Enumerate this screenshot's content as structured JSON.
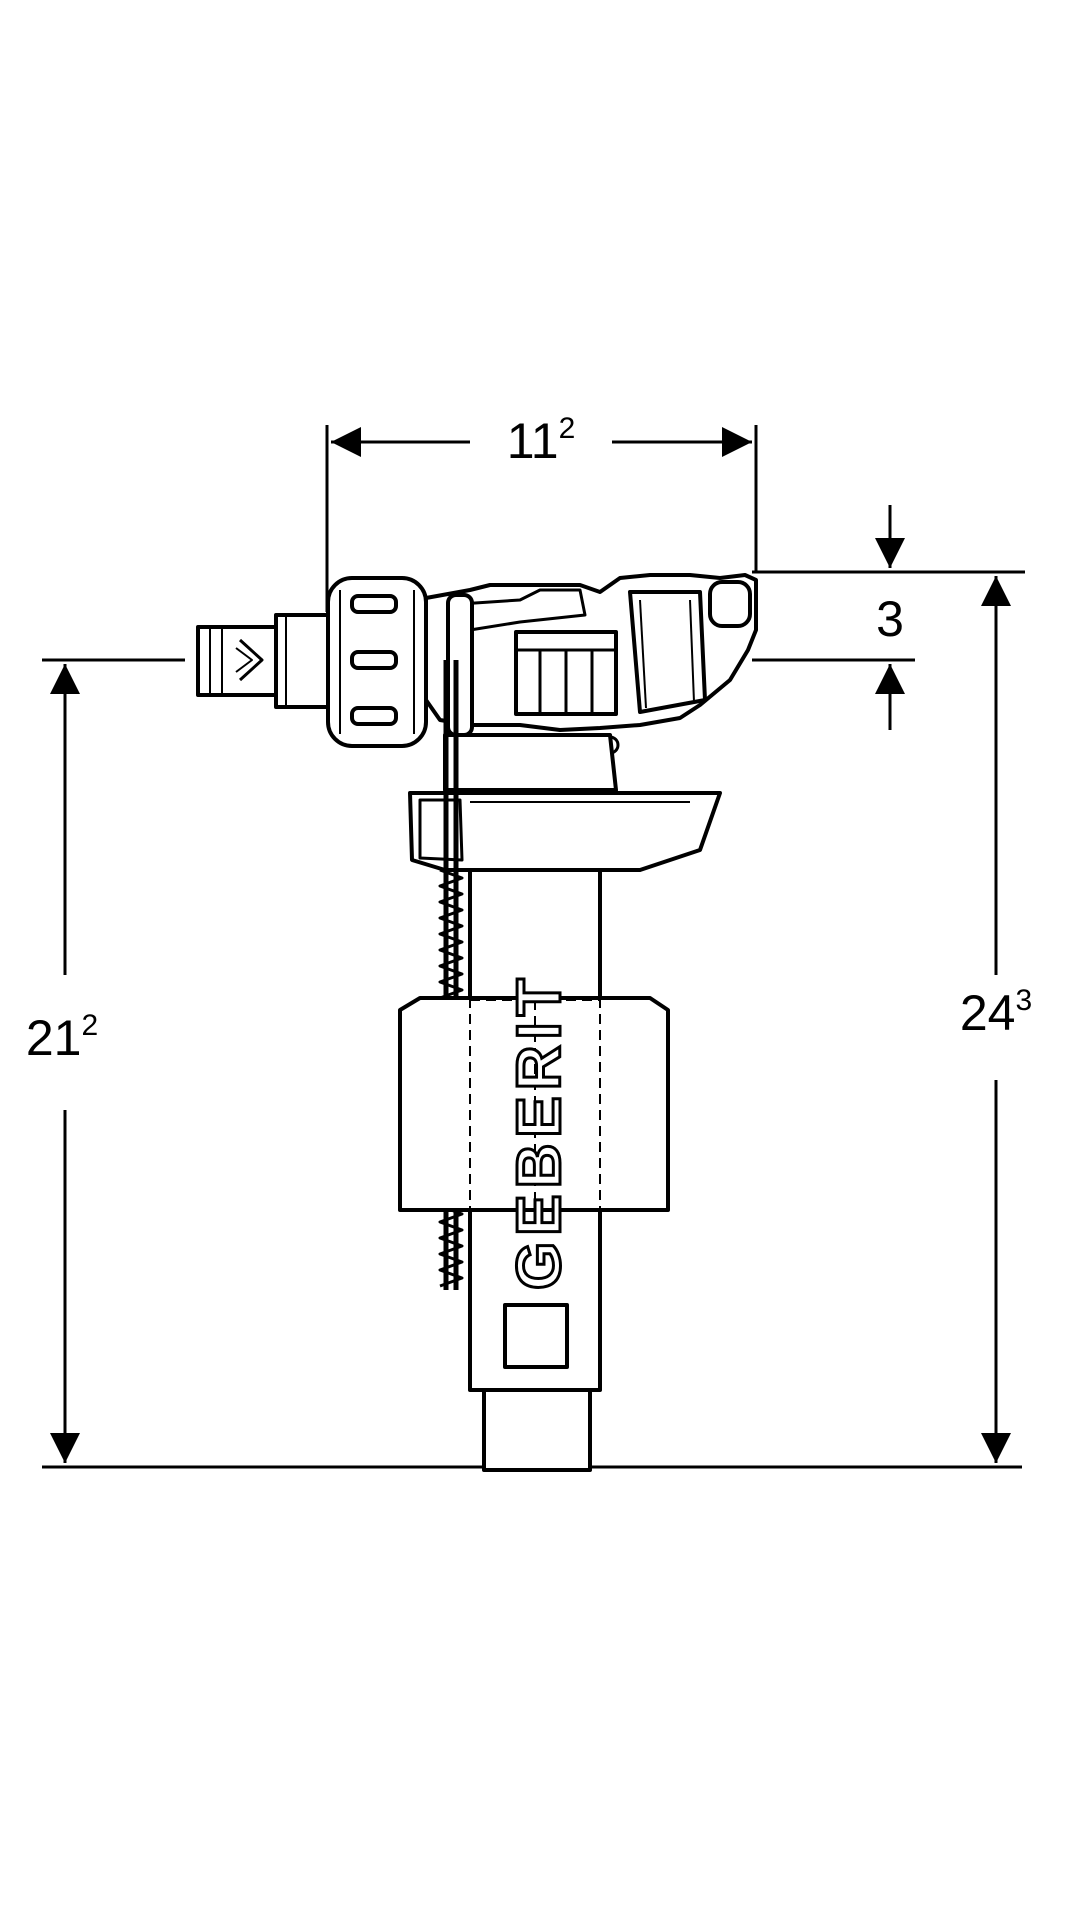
{
  "colors": {
    "background": "#ffffff",
    "line": "#000000",
    "part_fill": "#ffffff",
    "part_shade": "#d9d9d9"
  },
  "dimensions": {
    "width_top": {
      "base": "11",
      "sup": "2"
    },
    "top_offset": {
      "base": "3",
      "sup": ""
    },
    "height_left": {
      "base": "21",
      "sup": "2"
    },
    "height_right": {
      "base": "24",
      "sup": "3"
    }
  },
  "brand": {
    "logo_text": "GEBERIT"
  }
}
